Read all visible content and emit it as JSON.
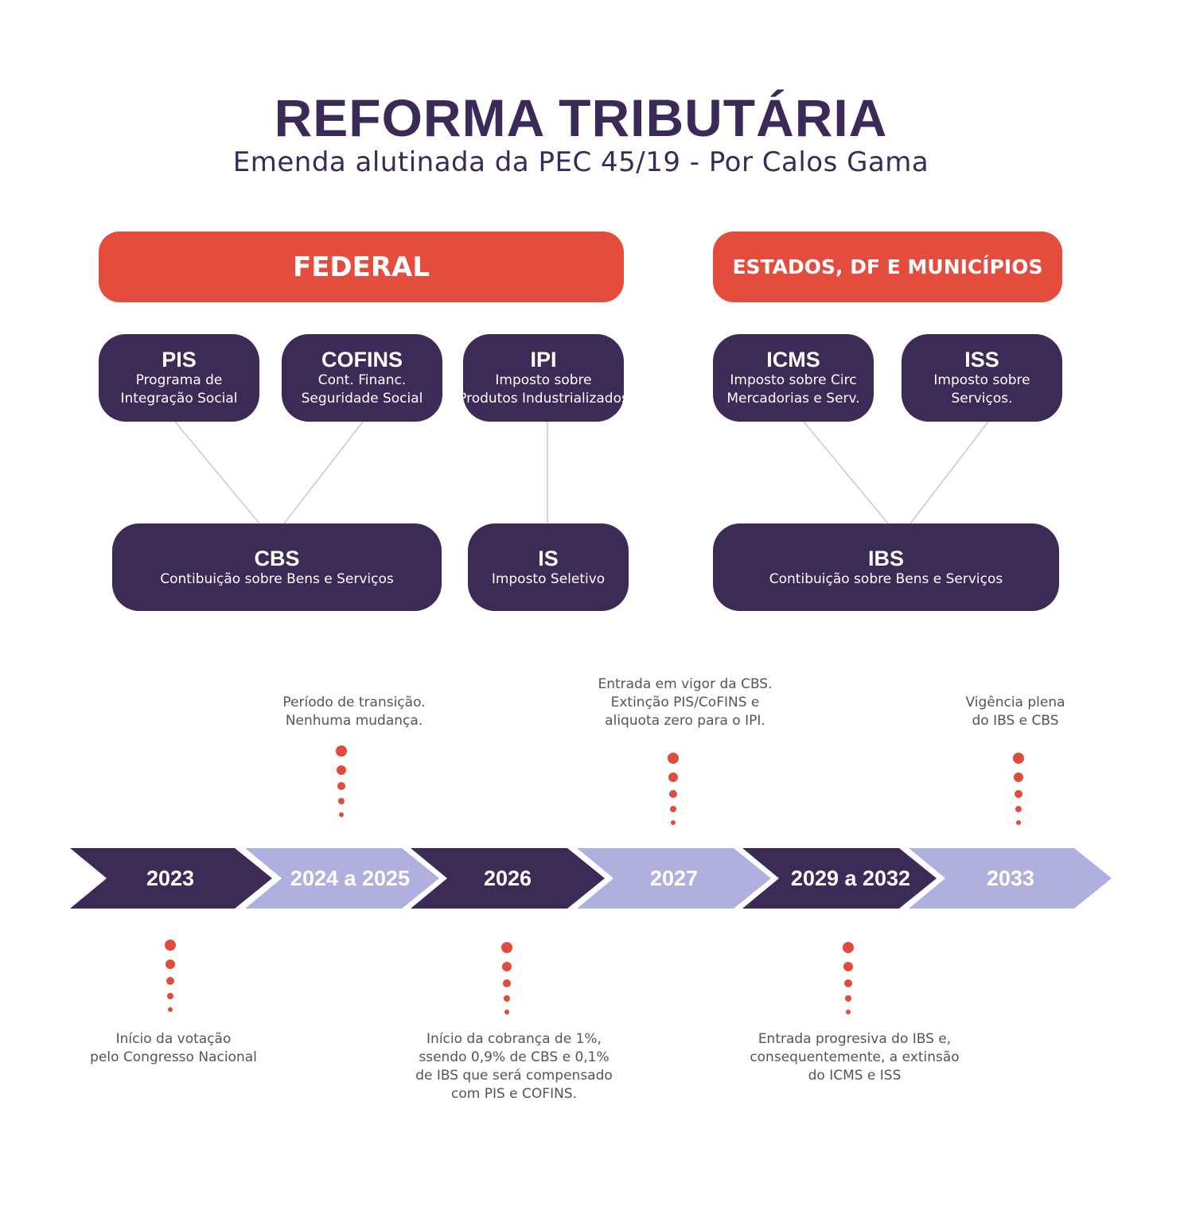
{
  "header": {
    "title": "REFORMA TRIBUTÁRIA",
    "subtitle": "Emenda alutinada da PEC 45/19 - Por Calos Gama"
  },
  "spheres": {
    "federal": "FEDERAL",
    "estados": "ESTADOS, DF E MUNICÍPIOS"
  },
  "current_taxes": {
    "pis": {
      "abbr": "PIS",
      "desc": "Programa de\nIntegração Social"
    },
    "cofins": {
      "abbr": "COFINS",
      "desc": "Cont. Financ.\nSeguridade Social"
    },
    "ipi": {
      "abbr": "IPI",
      "desc": "Imposto sobre\nProdutos Industrializados"
    },
    "icms": {
      "abbr": "ICMS",
      "desc": "Imposto sobre Circ\nMercadorias e Serv."
    },
    "iss": {
      "abbr": "ISS",
      "desc": "Imposto sobre\nServiços."
    }
  },
  "new_taxes": {
    "cbs": {
      "abbr": "CBS",
      "desc": "Contibuição sobre Bens e Serviços"
    },
    "is": {
      "abbr": "IS",
      "desc": "Imposto Seletivo"
    },
    "ibs": {
      "abbr": "IBS",
      "desc": "Contibuição sobre Bens e Serviços"
    }
  },
  "timeline": {
    "years": [
      "2023",
      "2024 a 2025",
      "2026",
      "2027",
      "2029 a 2032",
      "2033"
    ],
    "notes": {
      "y2023": "Início da votação\npelo Congresso Nacional",
      "y2024": "Período de transição.\nNenhuma mudança.",
      "y2026": "Início da cobrança de 1%,\nssendo 0,9% de CBS e 0,1%\nde IBS que será compensado\ncom PIS e COFINS.",
      "y2027": "Entrada em vigor da CBS.\nExtinção PIS/CoFINS e\naliquota zero para o IPI.",
      "y2029": "Entrada progresiva do IBS e,\nconsequentemente, a extinsão\ndo ICMS e ISS",
      "y2033": "Vigência plena\ndo IBS e CBS"
    }
  },
  "colors": {
    "accent_red": "#e44d3d",
    "dark_purple": "#3c2a57",
    "light_lavender": "#b0b0de"
  }
}
